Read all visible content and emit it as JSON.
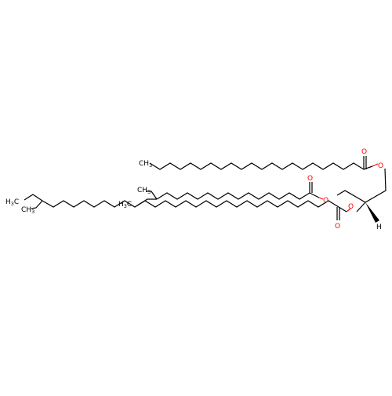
{
  "atoms": {
    "ch3": "CH",
    "three": "3",
    "h3c_h": "H",
    "h3c_c": "C",
    "o": "O",
    "h": "H"
  },
  "colors": {
    "bond": "#000000",
    "oxygen": "#ff0000"
  }
}
